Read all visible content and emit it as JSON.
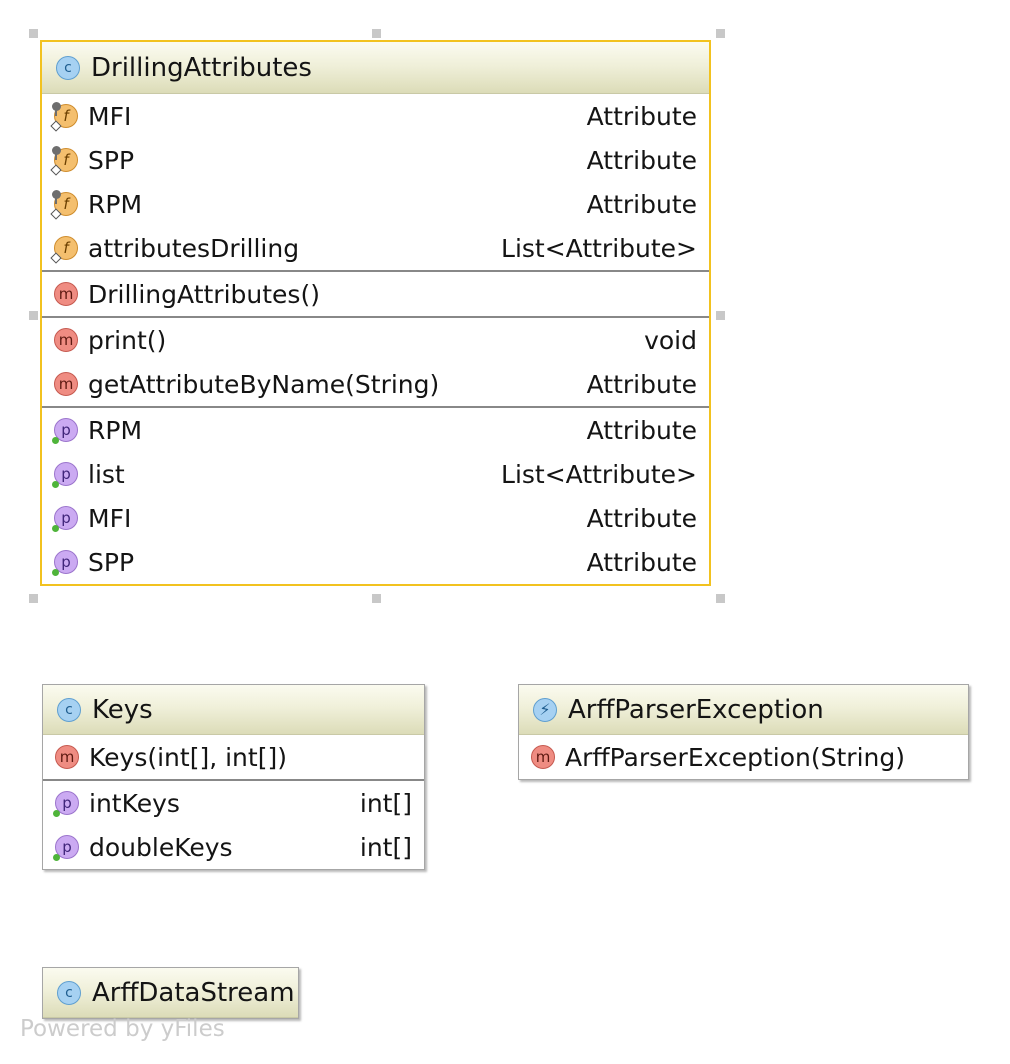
{
  "diagram": {
    "classes": [
      {
        "name": "DrillingAttributes",
        "kind": "class",
        "selected": true,
        "sections": [
          [
            {
              "kind": "field",
              "name": "MFI",
              "type": "Attribute",
              "static": true
            },
            {
              "kind": "field",
              "name": "SPP",
              "type": "Attribute",
              "static": true
            },
            {
              "kind": "field",
              "name": "RPM",
              "type": "Attribute",
              "static": true
            },
            {
              "kind": "field",
              "name": "attributesDrilling",
              "type": "List<Attribute>",
              "static": false
            }
          ],
          [
            {
              "kind": "method",
              "name": "DrillingAttributes()",
              "type": ""
            }
          ],
          [
            {
              "kind": "method",
              "name": "print()",
              "type": "void"
            },
            {
              "kind": "method",
              "name": "getAttributeByName(String)",
              "type": "Attribute"
            }
          ],
          [
            {
              "kind": "property",
              "name": "RPM",
              "type": "Attribute"
            },
            {
              "kind": "property",
              "name": "list",
              "type": "List<Attribute>"
            },
            {
              "kind": "property",
              "name": "MFI",
              "type": "Attribute"
            },
            {
              "kind": "property",
              "name": "SPP",
              "type": "Attribute"
            }
          ]
        ]
      },
      {
        "name": "Keys",
        "kind": "class",
        "selected": false,
        "sections": [
          [
            {
              "kind": "method",
              "name": "Keys(int[], int[])",
              "type": ""
            }
          ],
          [
            {
              "kind": "property",
              "name": "intKeys",
              "type": "int[]"
            },
            {
              "kind": "property",
              "name": "doubleKeys",
              "type": "int[]"
            }
          ]
        ]
      },
      {
        "name": "ArffParserException",
        "kind": "exception",
        "selected": false,
        "sections": [
          [
            {
              "kind": "method",
              "name": "ArffParserException(String)",
              "type": ""
            }
          ]
        ]
      },
      {
        "name": "ArffDataStream",
        "kind": "class",
        "selected": false,
        "sections": []
      }
    ],
    "icons": {
      "class": {
        "glyph": "c",
        "color": "#a6d1f2"
      },
      "exception": {
        "glyph": "⚡",
        "color": "#a6d1f2"
      },
      "field": {
        "glyph": "f",
        "color": "#f4bf6e"
      },
      "method": {
        "glyph": "m",
        "color": "#ef8c82"
      },
      "property": {
        "glyph": "p",
        "color": "#cbaaf2"
      }
    },
    "selection_color": "#f2c21f",
    "watermark": "Powered by yFiles"
  }
}
